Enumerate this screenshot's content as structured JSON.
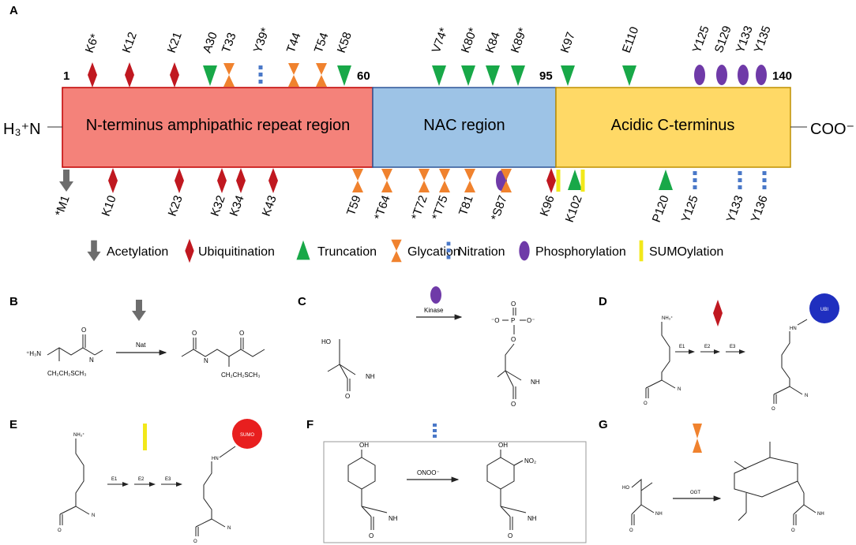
{
  "panel_letters": {
    "A": "A",
    "B": "B",
    "C": "C",
    "D": "D",
    "E": "E",
    "F": "F",
    "G": "G"
  },
  "colors": {
    "acetylation": "#6d6d6d",
    "ubiquitination": "#c01820",
    "truncation": "#18a848",
    "glycation": "#f0822e",
    "nitration": "#4a78c8",
    "phosphorylation": "#6f3aa8",
    "sumoylation": "#f2e81a",
    "n_region": "#f4827a",
    "nac_region": "#9dc3e6",
    "c_region": "#ffd966"
  },
  "protein": {
    "n_terminus_label": "H₃⁺N",
    "c_terminus_label": "COO⁻",
    "n_terminal_sup": "+",
    "c_terminal_sup": "-",
    "numbers": {
      "start": "1",
      "n60": "60",
      "n95": "95",
      "end": "140"
    },
    "regions": {
      "n": "N-terminus amphipathic repeat region",
      "nac": "NAC region",
      "c": "Acidic C-terminus"
    }
  },
  "top_sites": [
    {
      "label": "K6*",
      "type": "ubiquitination"
    },
    {
      "label": "K12",
      "type": "ubiquitination"
    },
    {
      "label": "K21",
      "type": "ubiquitination"
    },
    {
      "label": "A30",
      "type": "truncation"
    },
    {
      "label": "T33",
      "type": "glycation"
    },
    {
      "label": "Y39*",
      "type": "nitration"
    },
    {
      "label": "T44",
      "type": "glycation"
    },
    {
      "label": "T54",
      "type": "glycation"
    },
    {
      "label": "K58",
      "type": "truncation"
    },
    {
      "label": "V74*",
      "type": "truncation"
    },
    {
      "label": "K80*",
      "type": "truncation"
    },
    {
      "label": "K84",
      "type": "truncation"
    },
    {
      "label": "K89*",
      "type": "truncation"
    },
    {
      "label": "K97",
      "type": "truncation"
    },
    {
      "label": "E110",
      "type": "truncation"
    },
    {
      "label": "Y125",
      "type": "phosphorylation"
    },
    {
      "label": "S129",
      "type": "phosphorylation"
    },
    {
      "label": "Y133",
      "type": "phosphorylation"
    },
    {
      "label": "Y135",
      "type": "phosphorylation"
    }
  ],
  "bottom_sites": [
    {
      "label": "*M1",
      "type": "acetylation"
    },
    {
      "label": "K10",
      "type": "ubiquitination"
    },
    {
      "label": "K23",
      "type": "ubiquitination"
    },
    {
      "label": "K32",
      "type": "ubiquitination"
    },
    {
      "label": "K34",
      "type": "ubiquitination"
    },
    {
      "label": "K43",
      "type": "ubiquitination"
    },
    {
      "label": "T59",
      "type": "glycation"
    },
    {
      "label": "*T64",
      "type": "glycation"
    },
    {
      "label": "*T72",
      "type": "glycation"
    },
    {
      "label": "*T75",
      "type": "glycation"
    },
    {
      "label": "T81",
      "type": "glycation"
    },
    {
      "label": "*S87",
      "type": "phosphorylation+glycation"
    },
    {
      "label": "K96",
      "type": "ubiquitination+sumoylation"
    },
    {
      "label": "K102",
      "type": "truncation+sumoylation"
    },
    {
      "label": "P120",
      "type": "truncation"
    },
    {
      "label": "Y125",
      "type": "nitration"
    },
    {
      "label": "Y133",
      "type": "nitration"
    },
    {
      "label": "Y136",
      "type": "nitration"
    }
  ],
  "legend": [
    {
      "label": "Acetylation",
      "type": "acetylation"
    },
    {
      "label": "Ubiquitination",
      "type": "ubiquitination"
    },
    {
      "label": "Truncation",
      "type": "truncation"
    },
    {
      "label": "Glycation",
      "type": "glycation"
    },
    {
      "label": "Nitration",
      "type": "nitration"
    },
    {
      "label": "Phosphorylation",
      "type": "phosphorylation"
    },
    {
      "label": "SUMOylation",
      "type": "sumoylation"
    }
  ],
  "reactions": {
    "B": {
      "enzyme": "Nat",
      "reactant_group": "⁺H₃N",
      "side_chain": "CH₂CH₂SCH₃",
      "symbol": "acetylation"
    },
    "C": {
      "enzyme": "Kinase",
      "group": "HO",
      "phospho_o": "⁻O",
      "phospho_o2": "O⁻",
      "phospho_p": "P",
      "symbol": "phosphorylation"
    },
    "D": {
      "steps": [
        "E1",
        "E2",
        "E3"
      ],
      "tag": "UBI",
      "amine": "NH₃⁺",
      "symbol": "ubiquitination"
    },
    "E": {
      "steps": [
        "E1",
        "E2",
        "E3"
      ],
      "tag": "SUMO",
      "amine": "NH₃⁺",
      "symbol": "sumoylation"
    },
    "F": {
      "reagent": "ONOO⁻",
      "oh": "OH",
      "no2": "NO₂",
      "symbol": "nitration"
    },
    "G": {
      "enzyme": "OGT",
      "ho": "HO",
      "symbol": "glycation"
    }
  },
  "atoms": {
    "N": "N",
    "H": "H",
    "O": "O",
    "HN": "HN",
    "NH": "NH"
  }
}
